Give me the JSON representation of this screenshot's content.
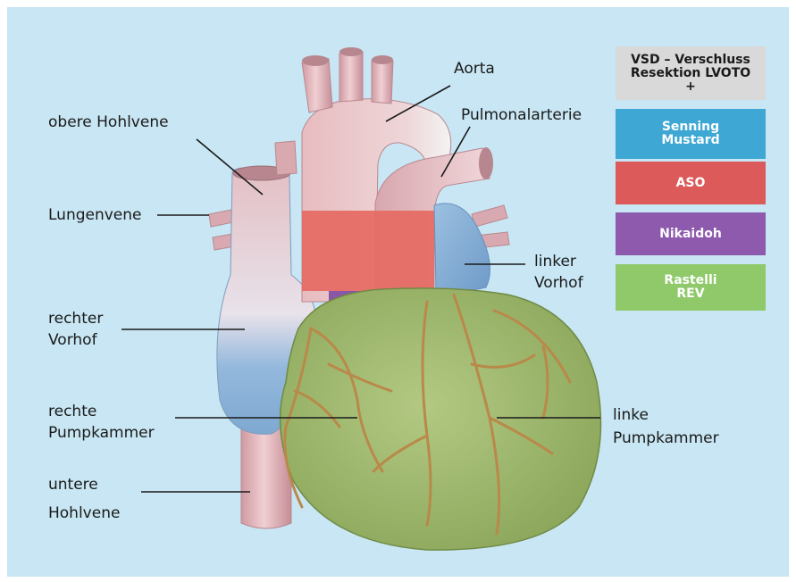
{
  "labels": {
    "obere_hohlvene": "obere Hohlvene",
    "lungenvene": "Lungenvene",
    "rechter_vorhof_1": "rechter",
    "rechter_vorhof_2": "Vorhof",
    "rechte_pumpkammer_1": "rechte",
    "rechte_pumpkammer_2": "Pumpkammer",
    "untere_hohlvene_1": "untere",
    "untere_hohlvene_2": "Hohlvene",
    "aorta": "Aorta",
    "pulmonalarterie": "Pulmonalarterie",
    "linker_vorhof_1": "linker",
    "linker_vorhof_2": "Vorhof",
    "linke_pumpkammer_1": "linke",
    "linke_pumpkammer_2": "Pumpkammer"
  },
  "legend": {
    "vsd_line1": "VSD – Verschluss",
    "vsd_line2": "Resektion LVOTO",
    "vsd_line3": "+",
    "senning_line1": "Senning",
    "senning_line2": "Mustard",
    "aso": "ASO",
    "nikaidoh": "Nikaidoh",
    "rastelli_line1": "Rastelli",
    "rastelli_line2": "REV"
  },
  "colors": {
    "background": "#c8e6f3",
    "vsd": "#d9d9d9",
    "senning": "#3ea7d3",
    "aso": "#dc5a5a",
    "nikaidoh": "#8d5aad",
    "rastelli": "#8fc96a",
    "ventricle": "#9fb86d",
    "atrium": "#8fb4d8",
    "vessel": "#e2b5ba",
    "aso_band": "#e56b63",
    "nikaidoh_band": "#8a56a8",
    "coronary": "#b9894a"
  }
}
